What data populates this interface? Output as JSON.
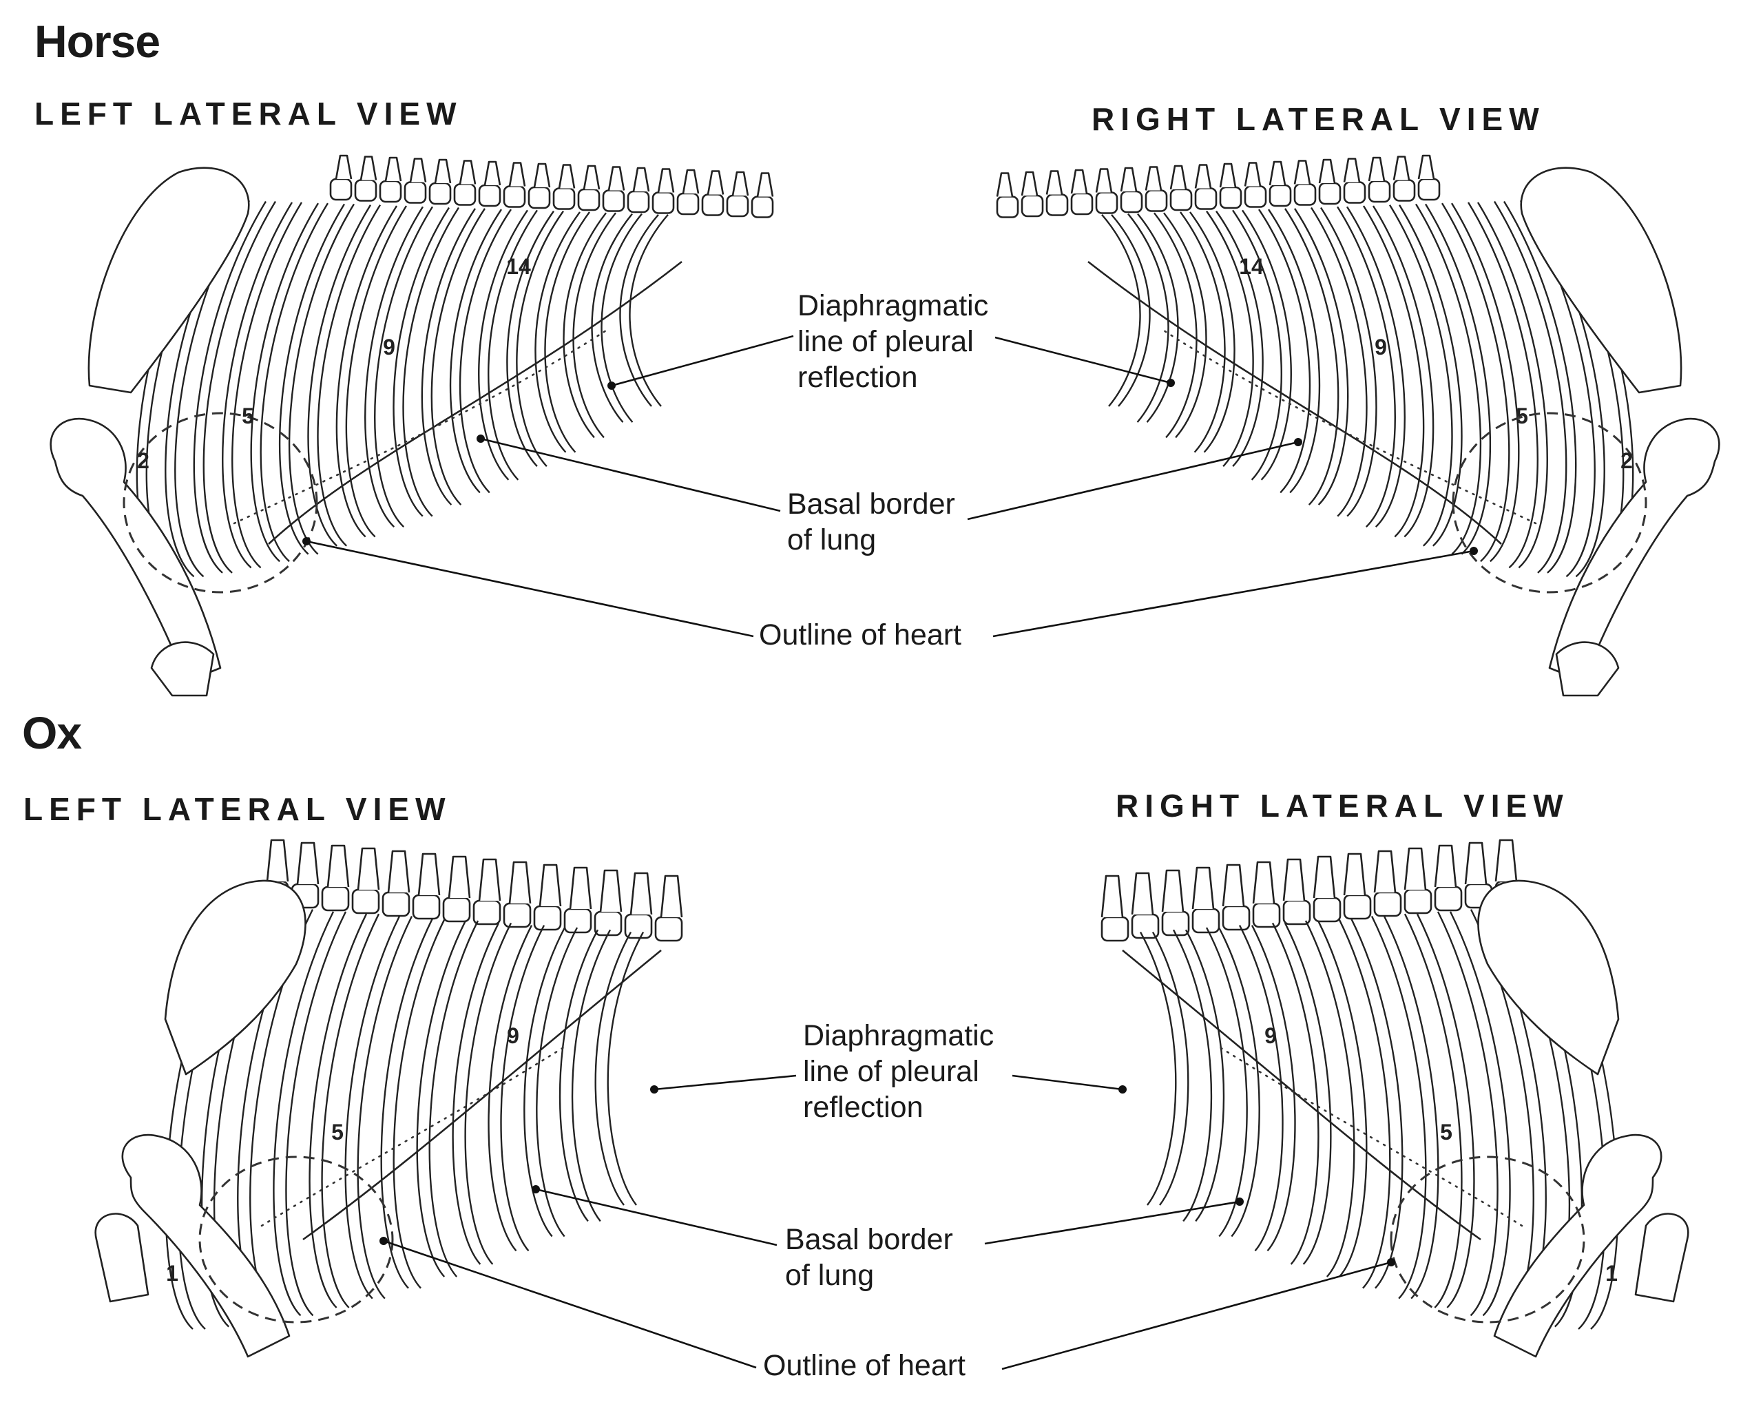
{
  "horse": {
    "title": "Horse",
    "left_view": "LEFT LATERAL VIEW",
    "right_view": "RIGHT LATERAL VIEW",
    "left_rib_numbers": [
      "2",
      "5",
      "9",
      "14"
    ],
    "right_rib_numbers": [
      "2",
      "5",
      "9",
      "14"
    ],
    "labels": {
      "diaphragmatic": "Diaphragmatic\nline of pleural\nreflection",
      "basal": "Basal border\nof lung",
      "heart": "Outline of heart"
    }
  },
  "ox": {
    "title": "Ox",
    "left_view": "LEFT LATERAL VIEW",
    "right_view": "RIGHT LATERAL VIEW",
    "left_rib_numbers": [
      "1",
      "5",
      "9"
    ],
    "right_rib_numbers": [
      "1",
      "5",
      "9"
    ],
    "labels": {
      "diaphragmatic": "Diaphragmatic\nline of pleural\nreflection",
      "basal": "Basal border\nof lung",
      "heart": "Outline of heart"
    }
  }
}
